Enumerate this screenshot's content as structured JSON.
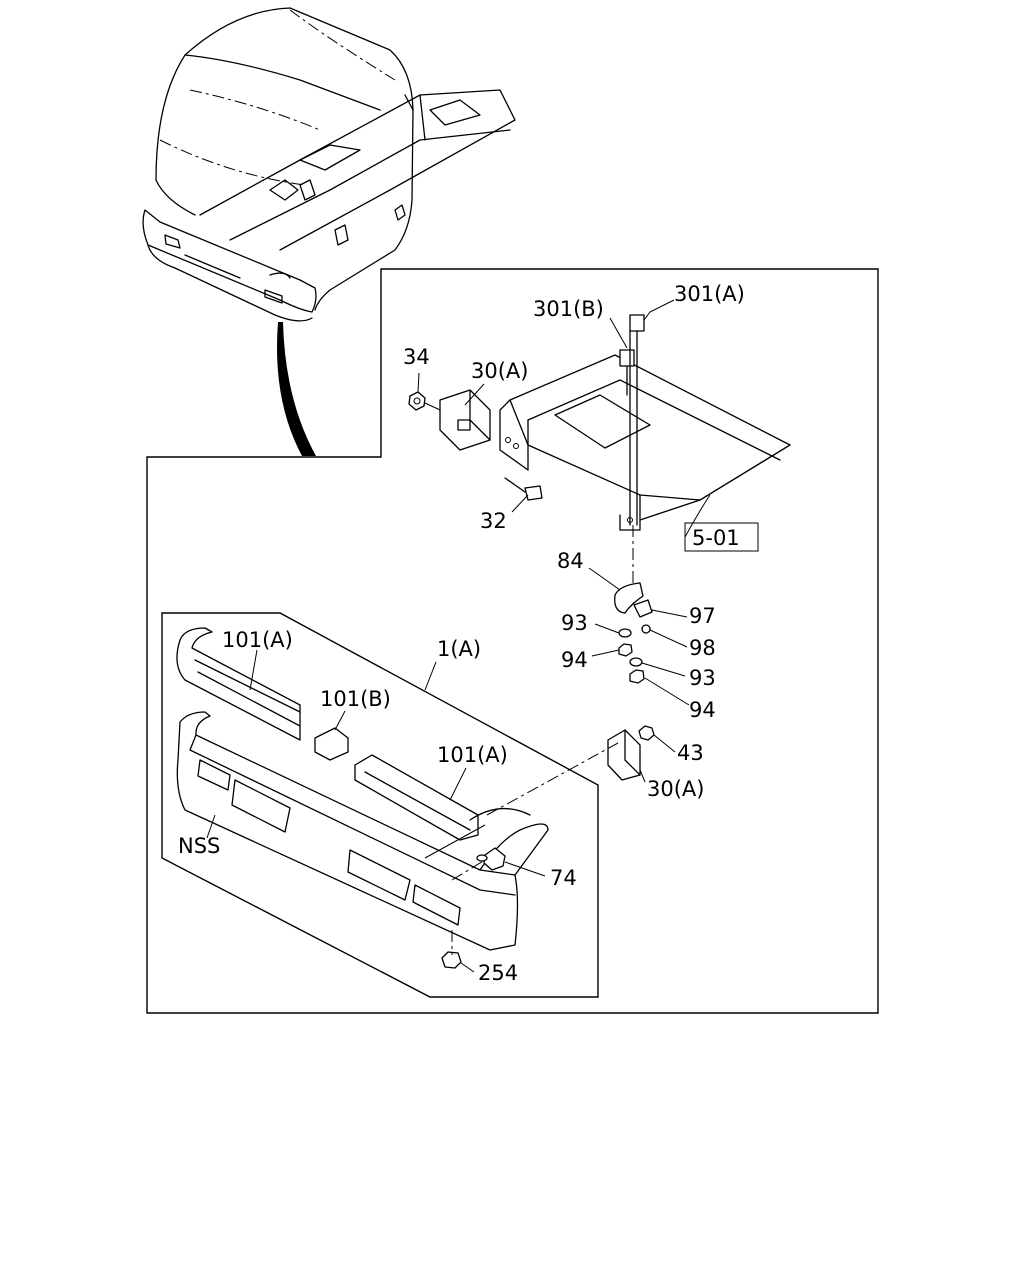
{
  "labels": {
    "l301a": "301(A)",
    "l301b": "301(B)",
    "l34": "34",
    "l30a_top": "30(A)",
    "l32": "32",
    "l501": "5-01",
    "l84": "84",
    "l97": "97",
    "l93a": "93",
    "l98": "98",
    "l94a": "94",
    "l93b": "93",
    "l94b": "94",
    "l101a_left": "101(A)",
    "l1a": "1(A)",
    "l101b": "101(B)",
    "l101a_right": "101(A)",
    "l43": "43",
    "l30a_bottom": "30(A)",
    "lnss": "NSS",
    "l74": "74",
    "l254": "254"
  }
}
